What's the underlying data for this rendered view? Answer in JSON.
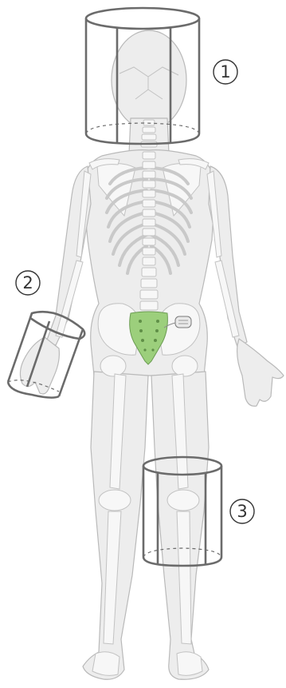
{
  "labels": [
    {
      "id": "1",
      "text": "①",
      "region": "head-cylinder"
    },
    {
      "id": "2",
      "text": "②",
      "region": "wrist-cylinder"
    },
    {
      "id": "3",
      "text": "③",
      "region": "knee-cylinder"
    }
  ],
  "colors": {
    "body_fill": "#ededed",
    "body_stroke": "#b9b9b9",
    "bone_fill": "#f7f7f7",
    "bone_stroke": "#c2c2c2",
    "sacrum_fill": "#9ccf7c",
    "sacrum_stroke": "#6b9c52",
    "device_fill": "#e9e9e9",
    "cylinder_stroke": "#6b6b6b",
    "label_color": "#333333"
  },
  "icons": {
    "implant_device": "implant-device-icon",
    "sacrum": "sacrum-icon"
  }
}
